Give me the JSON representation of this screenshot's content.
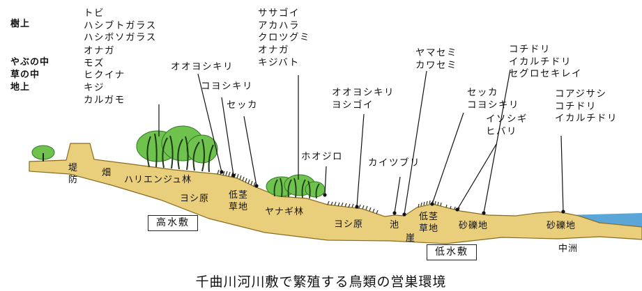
{
  "colors": {
    "ground": "#e9cf7c",
    "ground_edge": "#8a6a1f",
    "water": "#5aa6d8",
    "water_light": "#a9d5ef",
    "shrub": "#6fc24d",
    "shrub_dark": "#2f7a22",
    "grass": "#3c3a28"
  },
  "category_labels": {
    "tree_top": "樹上",
    "bush_1": "やぶの中",
    "bush_2": "草の中",
    "bush_3": "地上"
  },
  "bird_groups": {
    "tree_top": [
      "トビ",
      "ハシブトガラス",
      "ハシボソガラス"
    ],
    "bush": [
      "オナガ",
      "モズ",
      "ヒクイナ",
      "キジ",
      "カルガモ"
    ],
    "upper_center": [
      "ササゴイ",
      "アカハラ",
      "クロツグミ",
      "オナガ",
      "キジバト"
    ],
    "oo_yoshikiri_1": "オオヨシキリ",
    "ko_yoshikiri_1": "コヨシキリ",
    "sekka_1": "セッカ",
    "reed_pair": [
      "オオヨシキリ",
      "ヨシゴイ"
    ],
    "hoojiro": "ホオジロ",
    "kaitsuburi": "カイツブリ",
    "cliff_birds": [
      "ヤマセミ",
      "カワセミ"
    ],
    "lowgrass_pair": [
      "セッカ",
      "コヨシキリ"
    ],
    "gravel_pair": [
      "イソシギ",
      "ヒバリ"
    ],
    "plover_group": [
      "コチドリ",
      "イカルチドリ",
      "セグロセキレイ"
    ],
    "sandbar_group": [
      "コアジサシ",
      "コチドリ",
      "イカルチドリ"
    ]
  },
  "terrain_labels": {
    "levee_1": "堤",
    "levee_2": "防",
    "field": "畑",
    "locust_forest": "ハリエンジュ林",
    "reed_field_1": "ヨシ原",
    "low_grass_1a": "低茎",
    "low_grass_1b": "草地",
    "willow_forest": "ヤナギ林",
    "reed_field_2": "ヨシ原",
    "pond": "池",
    "cliff": "崖",
    "low_grass_2a": "低茎",
    "low_grass_2b": "草地",
    "gravel_1": "砂礫地",
    "gravel_2": "砂礫地",
    "sandbar": "中洲"
  },
  "zones": {
    "high_water": "高水敷",
    "low_water": "低水敷"
  },
  "caption": "千曲川河川敷で繁殖する鳥類の営巣環境"
}
